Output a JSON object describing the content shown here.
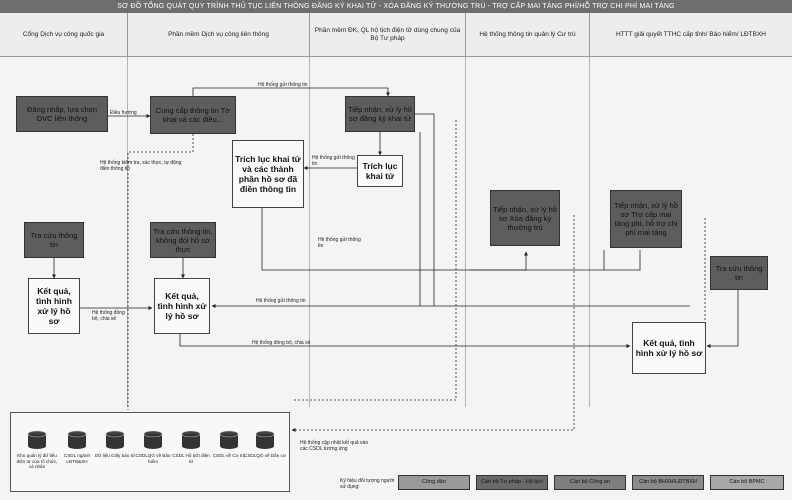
{
  "title": "SƠ ĐỒ TỔNG QUÁT QUY TRÌNH THỦ TỤC LIÊN THÔNG ĐĂNG KÝ KHAI TỬ - XÓA ĐĂNG KÝ THƯỜNG TRÚ - TRỢ CẤP MAI TÁNG PHÍ/HỖ TRỢ CHI PHÍ MAI TÁNG",
  "lanes": [
    "Cổng Dịch vụ công quốc gia",
    "Phần mềm Dịch vụ công liên thông",
    "Phần mềm ĐK, QL hộ tịch điện tử dùng chung của Bộ Tư pháp",
    "Hệ thống thông tin quản lý Cư trú",
    "HTTT giải quyết TTHC cấp tỉnh/ Bảo hiểm/ LĐTBXH"
  ],
  "boxes": {
    "login": "Đăng nhập, lựa chọn DVC liên thông",
    "declare": "Cung cấp thông tin Tờ khai và các điều...",
    "receive_civil": "Tiếp nhận, xử lý hồ sơ đăng ký khai tử",
    "extract_fields": "Trích lục khai tử và các thành phần hồ sơ đã điền thông tin",
    "extract": "Trích lục khai tử",
    "lookup_left": "Tra cứu thông tin",
    "lookup_mid": "Tra cứu thông tin, không đòi hồ sơ thực",
    "residence": "Tiếp nhận, xử lý hồ sơ Xóa đăng ký thường trú",
    "funeral": "Tiếp nhận, xử lý hồ sơ Trợ cấp mai táng phí, hỗ trợ chi phí mai táng",
    "lookup_right": "Tra cứu thông tin",
    "result_left": "Kết quả, tình hình xử lý hồ sơ",
    "result_mid": "Kết quả, tình hình xử lý hồ sơ",
    "result_right": "Kết quả, tình hình xử lý hồ sơ"
  },
  "labels": {
    "redirect": "Điều hướng",
    "send_info_top": "Hệ thống gửi thông tin",
    "check_verify": "Hệ thống kiểm tra, xác thực, tự động điền thông tin",
    "send_info_small": "Hệ thống gửi thông tin",
    "send_info_mid": "Hệ thống gửi thông tin",
    "send_info_result": "Hệ thống gửi thông tin",
    "sync_left": "Hệ thống đồng bộ, chia sẻ",
    "sync_bottom": "Hệ thống đồng bộ, chia sẻ",
    "update_db": "Hệ thống cập nhật kết quả vào các CSDL tương ứng"
  },
  "databases": [
    "Kho quản lý dữ liệu điện tử của tổ chức, cá nhân",
    "CSDL ngành LĐTB&XH",
    "Dữ liệu Giấy báo tử",
    "CSDLQG về Bảo hiểm",
    "CSDL Hộ tịch điện tử",
    "CSDL về Cư trú",
    "CSDLQG về Dân cư"
  ],
  "legend": {
    "title": "Ký hiệu đối tượng người sử dụng:",
    "items": [
      "Công dân",
      "Cán bộ Tư pháp - Hộ tịch",
      "Cán bộ Công an",
      "Cán bộ BHXH/LĐTBXH",
      "Cán bộ BPMC"
    ]
  },
  "colors": {
    "dark_box": "#5d5d5d",
    "light_box": "#fafafa",
    "header": "#6e6e6e"
  }
}
